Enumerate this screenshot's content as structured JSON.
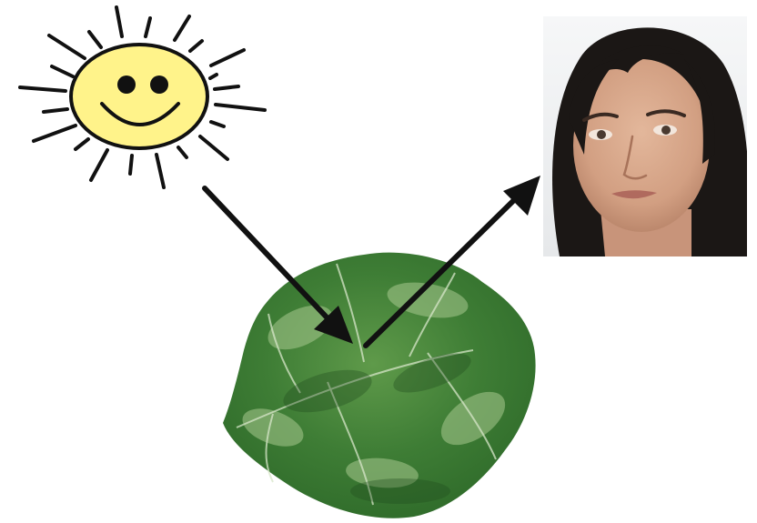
{
  "diagram": {
    "nodes": [
      {
        "id": "sun",
        "icon": "smiling-sun-icon",
        "face_color": "#fff38a",
        "line_color": "#111111"
      },
      {
        "id": "leaf",
        "icon": "green-leaf-photo",
        "leaf_colors": [
          "#2f6b2a",
          "#5f9a4a",
          "#a8c98f"
        ]
      },
      {
        "id": "person",
        "icon": "woman-face-photo",
        "hair_color": "#1b1715",
        "skin_color": "#d7a98c",
        "background": "#eef0f2"
      }
    ],
    "edges": [
      {
        "from": "sun",
        "to": "leaf",
        "color": "#111111"
      },
      {
        "from": "leaf",
        "to": "person",
        "color": "#111111"
      }
    ]
  }
}
